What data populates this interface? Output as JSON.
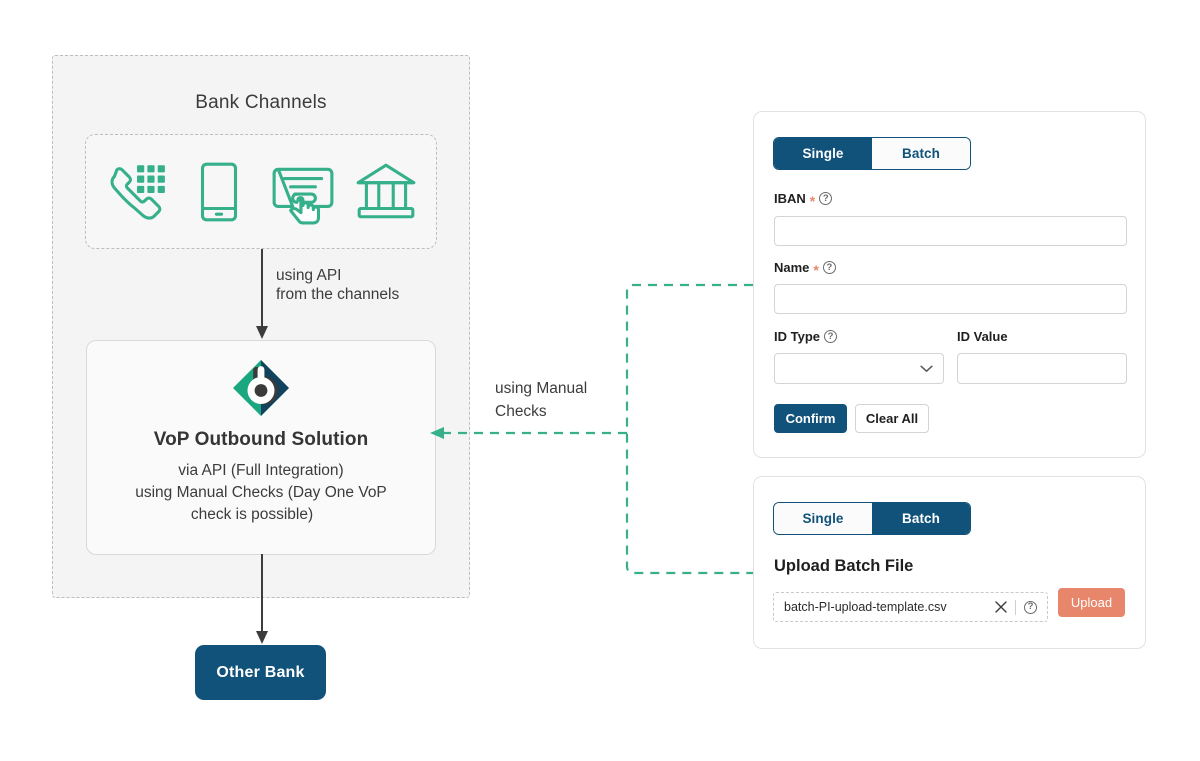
{
  "diagram": {
    "bank_channels": {
      "title": "Bank Channels",
      "channels": [
        {
          "name": "phone-banking",
          "icon": "phone-keypad-icon"
        },
        {
          "name": "mobile-banking",
          "icon": "mobile-phone-icon"
        },
        {
          "name": "online-banking",
          "icon": "click-screen-icon"
        },
        {
          "name": "branch-banking",
          "icon": "bank-building-icon"
        }
      ]
    },
    "api_arrow_label": "using API\nfrom the channels",
    "api_arrow_line1": "using API",
    "api_arrow_line2": "from the channels",
    "vop": {
      "logo": "bank-identity-logo",
      "title": "VoP Outbound Solution",
      "bullets": [
        "via API (Full Integration)",
        "using Manual Checks (Day One VoP check is possible)"
      ],
      "bullet_1": "via API (Full Integration)",
      "bullet_2_line1": "using Manual Checks (Day One VoP",
      "bullet_2_line2": "check is possible)"
    },
    "other_bank": "Other Bank",
    "manual_arrow_line1": "using Manual",
    "manual_arrow_line2": "Checks"
  },
  "single_panel": {
    "tabs": [
      {
        "label": "Single",
        "active": true
      },
      {
        "label": "Batch",
        "active": false
      }
    ],
    "tab_single": "Single",
    "tab_batch": "Batch",
    "fields": {
      "iban": {
        "label": "IBAN",
        "required": "*",
        "help": "?",
        "value": "",
        "placeholder": ""
      },
      "name": {
        "label": "Name",
        "required": "*",
        "help": "?",
        "value": "",
        "placeholder": ""
      },
      "id_type": {
        "label": "ID Type",
        "help": "?",
        "value": "",
        "options": []
      },
      "id_value": {
        "label": "ID Value",
        "value": "",
        "placeholder": ""
      }
    },
    "confirm_label": "Confirm",
    "clear_label": "Clear All"
  },
  "batch_panel": {
    "tab_single": "Single",
    "tab_batch": "Batch",
    "upload_title": "Upload Batch File",
    "filename": "batch-PI-upload-template.csv",
    "help": "?",
    "upload_label": "Upload"
  },
  "colors": {
    "navy": "#11527a",
    "teal": "#36b08a",
    "coral": "#e8866b",
    "panel_border": "#e2e2e2",
    "dashed_grey": "#bdbdbd",
    "surface": "#f4f4f4"
  }
}
